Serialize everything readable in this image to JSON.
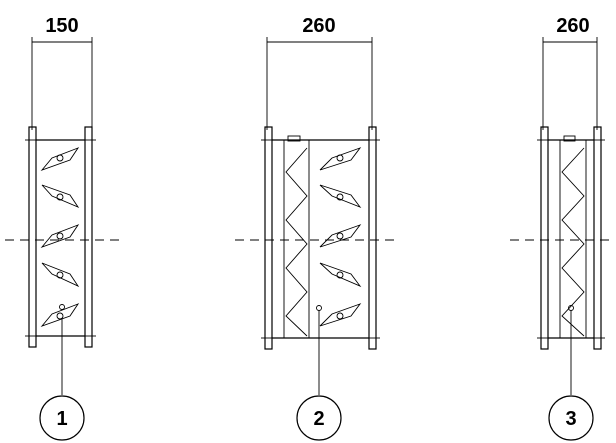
{
  "units": [
    {
      "id": "unit-1",
      "dimension": "150",
      "callout": "1",
      "has_filter": false,
      "has_dampers": true
    },
    {
      "id": "unit-2",
      "dimension": "260",
      "callout": "2",
      "has_filter": true,
      "has_dampers": true
    },
    {
      "id": "unit-3",
      "dimension": "260",
      "callout": "3",
      "has_filter": true,
      "has_dampers": false
    }
  ],
  "colors": {
    "line": "#000000",
    "background": "#ffffff"
  }
}
